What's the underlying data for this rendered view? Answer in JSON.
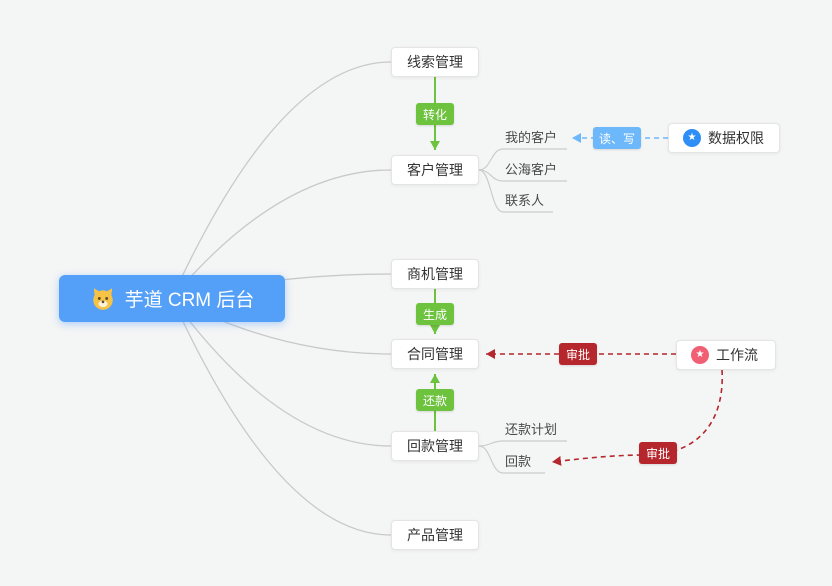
{
  "root": {
    "label": "芋道 CRM 后台"
  },
  "modules": {
    "clue": "线索管理",
    "customer": "客户管理",
    "opportunity": "商机管理",
    "contract": "合同管理",
    "receivable": "回款管理",
    "product": "产品管理"
  },
  "customer_children": {
    "mine": "我的客户",
    "public_sea": "公海客户",
    "contact": "联系人"
  },
  "receivable_children": {
    "plan": "还款计划",
    "payment": "回款"
  },
  "edges": {
    "convert": "转化",
    "generate": "生成",
    "repay": "还款",
    "read_write": "读、写",
    "approve_contract": "审批",
    "approve_receivable": "审批"
  },
  "satellites": {
    "data_permission": "数据权限",
    "workflow": "工作流"
  },
  "icons": {
    "star": "★"
  },
  "colors": {
    "background": "#f4f5f5",
    "root_bg": "#549ff8",
    "green": "#6dc23e",
    "blue": "#6db8fa",
    "dark_red": "#b5272d",
    "permission_icon_bg": "#2f8ef5",
    "workflow_icon_bg": "#f15f74",
    "connector_gray": "#c9c9c9"
  }
}
